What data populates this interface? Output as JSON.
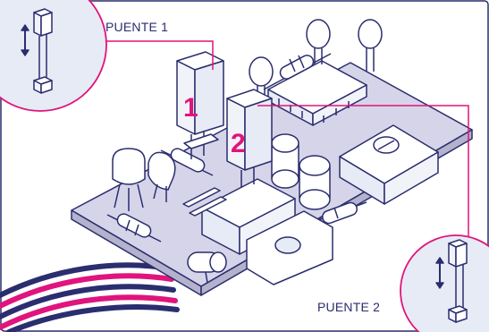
{
  "labels": {
    "jumper1": "PUENTE 1",
    "jumper2": "PUENTE 2",
    "num1": "1",
    "num2": "2"
  },
  "colors": {
    "accent": "#e0147c",
    "outline": "#2a2d6e",
    "board": "#d6d4e8",
    "board_side": "#b4b2cc",
    "bubble": "#e6ebf5",
    "cable_navy": "#2a2d6e",
    "cable_pink": "#e0147c",
    "white": "#ffffff"
  },
  "icons": {
    "bubble1": "jumper-adjust-icon",
    "bubble2": "jumper-adjust-icon"
  }
}
